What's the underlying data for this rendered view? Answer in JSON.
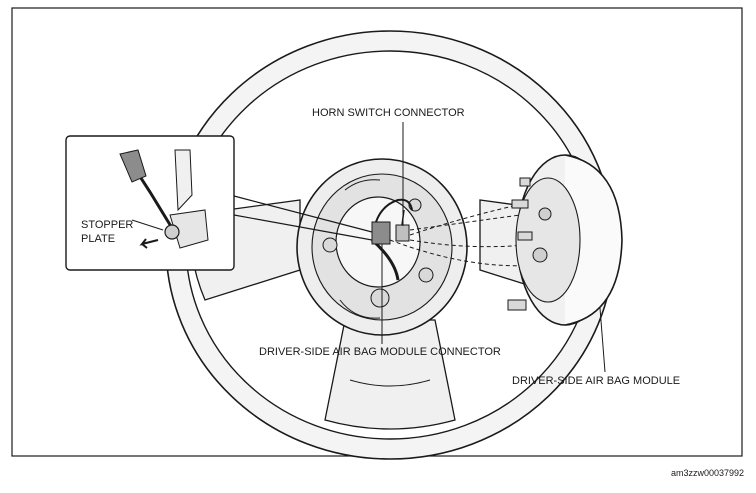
{
  "labels": {
    "horn_switch_connector": "HORN SWITCH CONNECTOR",
    "stopper_plate_line1": "STOPPER",
    "stopper_plate_line2": "PLATE",
    "driver_side_air_bag_module_connector": "DRIVER-SIDE AIR BAG MODULE CONNECTOR",
    "driver_side_air_bag_module": "DRIVER-SIDE AIR BAG MODULE"
  },
  "figure_id": "am3zzw00037992",
  "colors": {
    "line": "#1a1a1a",
    "fill_light": "#f2f2f2",
    "fill_mid": "#d9d9d9",
    "fill_dark": "#8c8c8c",
    "background": "#ffffff"
  }
}
